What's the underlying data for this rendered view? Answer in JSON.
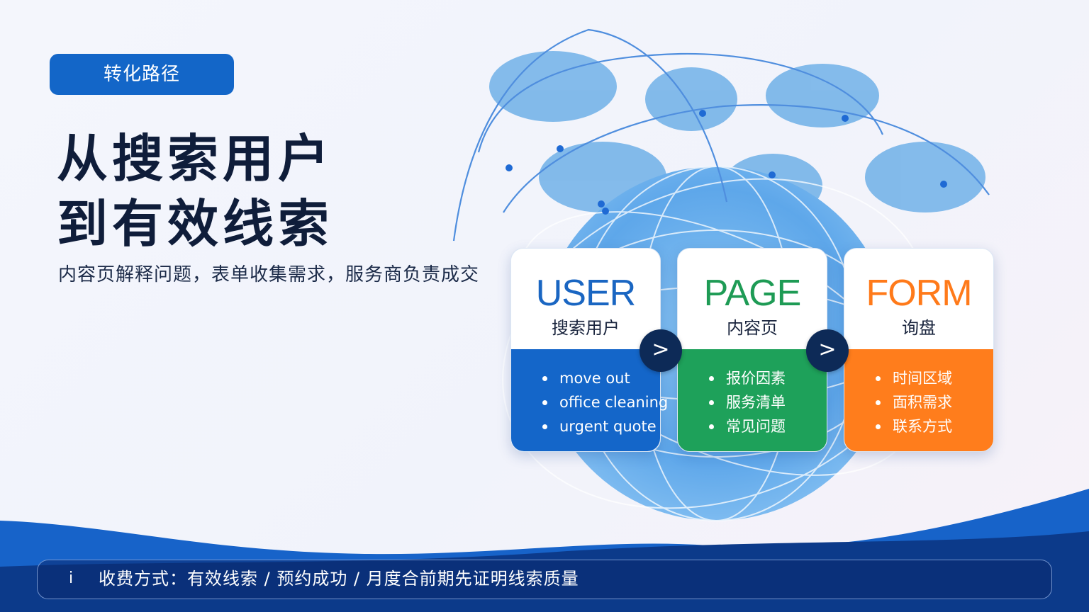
{
  "tag": "转化路径",
  "title_line1": "从搜索用户",
  "title_line2": "到有效线索",
  "subtitle": "内容页解释问题，表单收集需求，服务商负责成交",
  "cards": [
    {
      "big": "USER",
      "label": "搜索用户",
      "items": [
        "move out",
        "office cleaning",
        "urgent quote"
      ],
      "color": "#1466c9"
    },
    {
      "big": "PAGE",
      "label": "内容页",
      "items": [
        "报价因素",
        "服务清单",
        "常见问题"
      ],
      "color": "#1ea15a"
    },
    {
      "big": "FORM",
      "label": "询盘",
      "items": [
        "时间区域",
        "面积需求",
        "联系方式"
      ],
      "color": "#ff7d1c"
    }
  ],
  "arrow_symbol": ">",
  "footer": {
    "info_icon": "i",
    "text": "收费方式：有效线索 / 预约成功 / 月度合前期先证明线索质量"
  },
  "colors": {
    "primary": "#1366c8",
    "dark": "#0d2a57"
  }
}
